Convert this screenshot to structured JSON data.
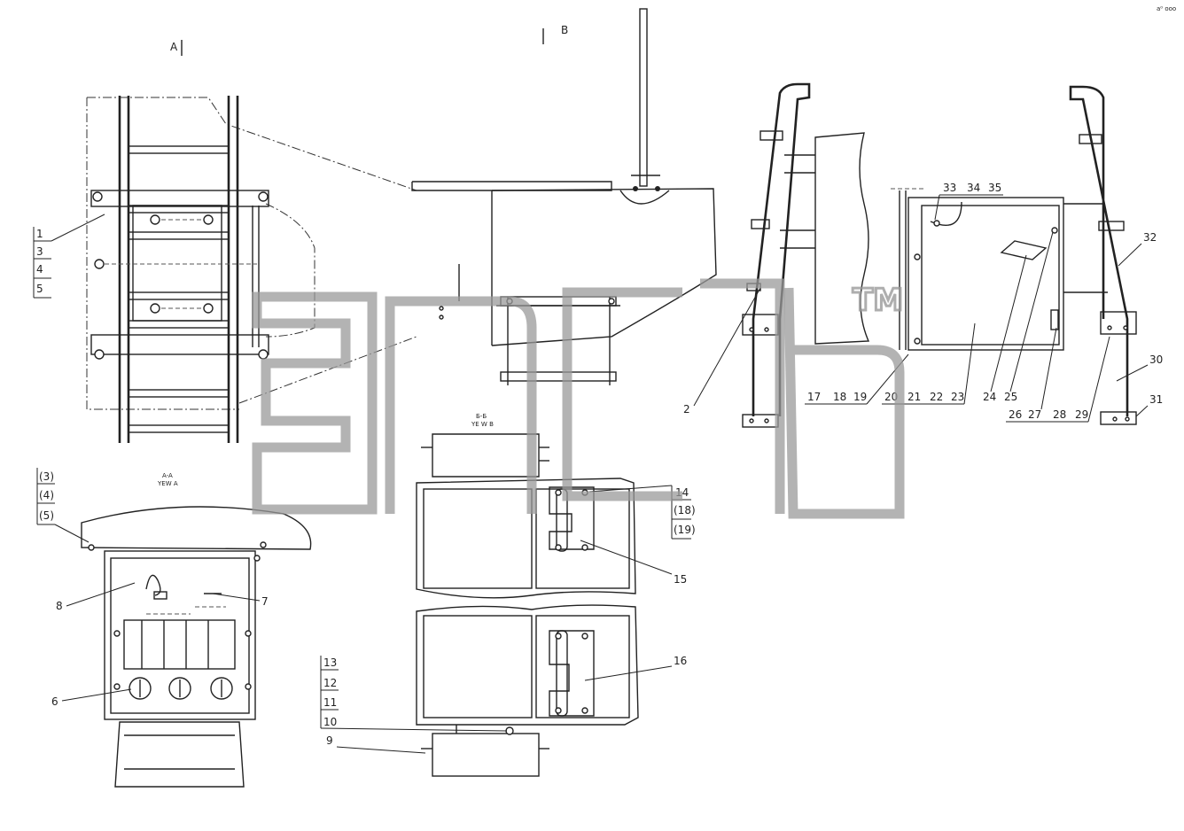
{
  "view_labels": {
    "a": "A",
    "b": "B"
  },
  "section_labels": {
    "bb": "Б-Б",
    "bb_sub": "YE W B",
    "aa": "A-A",
    "aa_sub": "YEW A"
  },
  "corner_mark": "a⁰ ooo",
  "watermark": {
    "mark": "TM"
  },
  "callouts": {
    "c1": "1",
    "c3": "3",
    "c4": "4",
    "c5": "5",
    "p3": "(3)",
    "p4": "(4)",
    "p5": "(5)",
    "c6": "6",
    "c7": "7",
    "c8": "8",
    "c9": "9",
    "c10": "10",
    "c11": "11",
    "c12": "12",
    "c13": "13",
    "c14": "14",
    "p18": "(18)",
    "p19": "(19)",
    "c15": "15",
    "c16": "16",
    "c2": "2",
    "c17": "17",
    "c18": "18",
    "c19": "19",
    "c20": "20",
    "c21": "21",
    "c22": "22",
    "c23": "23",
    "c24": "24",
    "c25": "25",
    "c26": "26",
    "c27": "27",
    "c28": "28",
    "c29": "29",
    "c30": "30",
    "c31": "31",
    "c32": "32",
    "c33": "33",
    "c34": "34",
    "c35": "35"
  }
}
